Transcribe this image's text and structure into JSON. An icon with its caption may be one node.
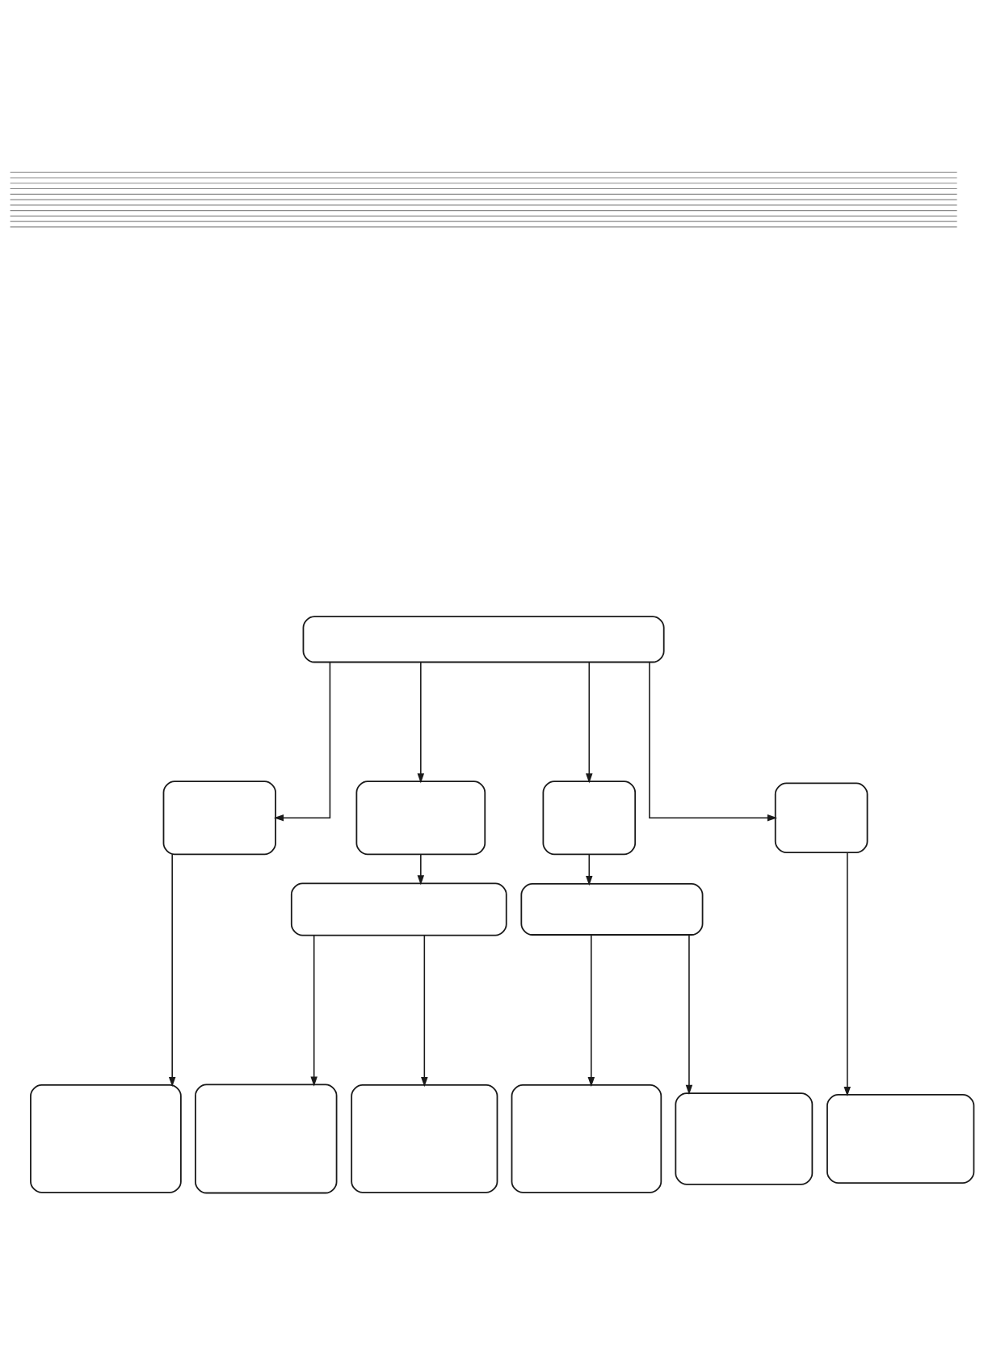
{
  "diagram": {
    "nodes": [
      {
        "text": [],
        "shape": "box"
      },
      {
        "text": [],
        "shape": "box"
      },
      {
        "text": [],
        "shape": "box"
      },
      {
        "text": [],
        "shape": "box"
      },
      {
        "text": [],
        "shape": "box"
      },
      {
        "text": [],
        "shape": "box"
      },
      {
        "text": [],
        "shape": "box"
      },
      {
        "text": [],
        "shape": "box"
      },
      {
        "text": [],
        "shape": "box"
      },
      {
        "text": [],
        "shape": "box"
      },
      {
        "text": [],
        "shape": "box"
      },
      {
        "text": [],
        "shape": "box"
      },
      {
        "text": [],
        "shape": "box"
      }
    ],
    "edges": [
      {
        "from": 0,
        "to": 1,
        "arrow": "to"
      },
      {
        "from": 0,
        "to": 2,
        "arrow": "to"
      },
      {
        "from": 0,
        "to": 3,
        "arrow": "to"
      },
      {
        "from": 0,
        "to": 4,
        "arrow": "to"
      },
      {
        "from": 1,
        "to": 7,
        "arrow": "to"
      },
      {
        "from": 2,
        "to": 5,
        "arrow": "to"
      },
      {
        "from": 3,
        "to": 6,
        "arrow": "to"
      },
      {
        "from": 4,
        "to": 12,
        "arrow": "to"
      },
      {
        "from": 5,
        "to": 8,
        "arrow": "to"
      },
      {
        "from": 5,
        "to": 9,
        "arrow": "to"
      },
      {
        "from": 6,
        "to": 10,
        "arrow": "to"
      },
      {
        "from": 6,
        "to": 11,
        "arrow": "to"
      }
    ]
  }
}
